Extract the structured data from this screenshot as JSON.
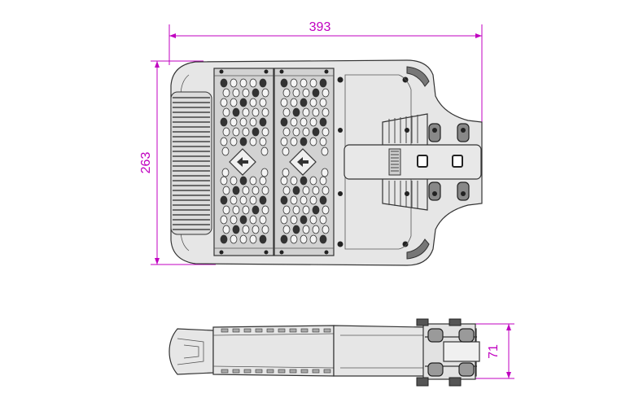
{
  "dimensions": {
    "width_label": "393",
    "height_label": "263",
    "side_height_label": "71"
  },
  "colors": {
    "dimension_line": "#c000c0",
    "outline": "#333333",
    "body": "#e6e6e6",
    "led_panel": "#d2d2d2"
  }
}
